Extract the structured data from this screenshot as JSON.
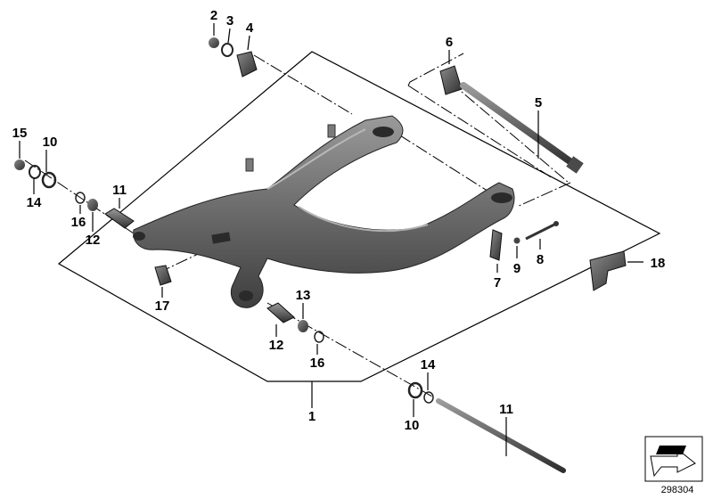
{
  "diagram": {
    "document_number": "298304",
    "callouts": [
      {
        "id": "c1",
        "label": "1"
      },
      {
        "id": "c2",
        "label": "2"
      },
      {
        "id": "c3",
        "label": "3"
      },
      {
        "id": "c4",
        "label": "4"
      },
      {
        "id": "c5",
        "label": "5"
      },
      {
        "id": "c6",
        "label": "6"
      },
      {
        "id": "c7",
        "label": "7"
      },
      {
        "id": "c8",
        "label": "8"
      },
      {
        "id": "c9",
        "label": "9"
      },
      {
        "id": "c10a",
        "label": "10"
      },
      {
        "id": "c10b",
        "label": "10"
      },
      {
        "id": "c11",
        "label": "11"
      },
      {
        "id": "c12a",
        "label": "12"
      },
      {
        "id": "c12b",
        "label": "12"
      },
      {
        "id": "c13a",
        "label": "13"
      },
      {
        "id": "c13b",
        "label": "13"
      },
      {
        "id": "c14a",
        "label": "14"
      },
      {
        "id": "c14b",
        "label": "14"
      },
      {
        "id": "c15",
        "label": "15"
      },
      {
        "id": "c16a",
        "label": "16"
      },
      {
        "id": "c16b",
        "label": "16"
      },
      {
        "id": "c17",
        "label": "17"
      },
      {
        "id": "c18",
        "label": "18"
      }
    ]
  }
}
